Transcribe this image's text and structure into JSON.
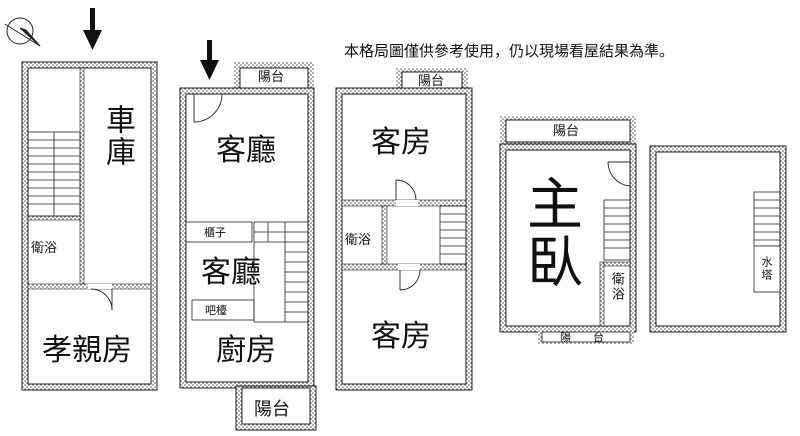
{
  "note": "本格局圖僅供參考使用，仍以現場看屋結果為準。",
  "floor1": {
    "garage": "車庫",
    "bath": "衛浴",
    "parents_room": "孝親房"
  },
  "floor2": {
    "balcony_top": "陽台",
    "living_room_top": "客廳",
    "cabinet": "櫃子",
    "living_room_mid": "客廳",
    "bar": "吧檯",
    "kitchen": "廚房",
    "balcony_bottom": "陽台"
  },
  "floor3": {
    "balcony": "陽台",
    "guest_room_top": "客房",
    "bath": "衛浴",
    "guest_room_bottom": "客房"
  },
  "floor4": {
    "balcony_top": "陽台",
    "master_1": "主",
    "master_2": "臥",
    "bath": "衛浴",
    "balcony_bottom": "陽　　台"
  },
  "roof": {
    "water_tower": "水塔"
  },
  "icons": [
    "compass-icon",
    "entrance-arrow-icon"
  ]
}
